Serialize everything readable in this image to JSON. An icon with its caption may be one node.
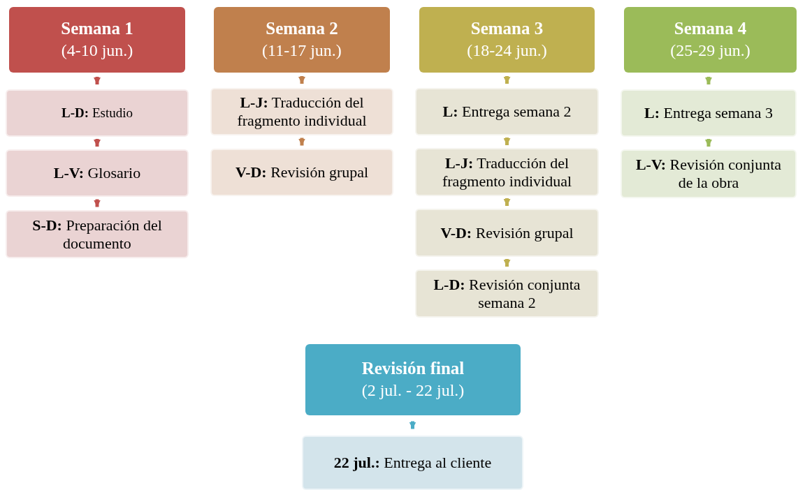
{
  "diagram": {
    "nodes": [
      {
        "text": [
          "Semana 1",
          "(4-10 jun.)"
        ]
      },
      {
        "text": [
          "**L-D:** Estudio"
        ]
      },
      {
        "text": [
          "**L-V:** Glosario"
        ]
      },
      {
        "text": [
          "**S-D:** Preparación del documento"
        ]
      },
      {
        "text": [
          "Semana 2",
          "(11-17 jun.)"
        ]
      },
      {
        "text": [
          "**L-J:** Traducción del fragmento individual"
        ]
      },
      {
        "text": [
          "**V-D:** Revisión grupal"
        ]
      },
      {
        "text": [
          "Semana 3",
          "(18-24 jun.)"
        ]
      },
      {
        "text": [
          "**L:** Entrega semana 2"
        ]
      },
      {
        "text": [
          "**L-J:** Traducción del fragmento individual"
        ]
      },
      {
        "text": [
          "**V-D:** Revisión grupal"
        ]
      },
      {
        "text": [
          "**L-D:** Revisión conjunta semana 2"
        ]
      },
      {
        "text": [
          "Semana 4",
          "(25-29 jun.)"
        ]
      },
      {
        "text": [
          "**L:** Entrega semana 3"
        ]
      },
      {
        "text": [
          "**L-V:** Revisión conjunta de la obra"
        ]
      },
      {
        "text": [
          "Revisión final",
          "(2 jul. - 22 jul.)"
        ]
      },
      {
        "text": [
          "**22 jul.:** Entrega al cliente"
        ]
      }
    ],
    "edges": [
      {
        "from": 0,
        "to": 1,
        "arrow": "to",
        "color": "#c0504d"
      },
      {
        "from": 1,
        "to": 2,
        "arrow": "to",
        "color": "#c0504d"
      },
      {
        "from": 2,
        "to": 3,
        "arrow": "to",
        "color": "#c0504d"
      },
      {
        "from": 4,
        "to": 5,
        "arrow": "to",
        "color": "#c0804d"
      },
      {
        "from": 5,
        "to": 6,
        "arrow": "to",
        "color": "#c0804d"
      },
      {
        "from": 7,
        "to": 8,
        "arrow": "to",
        "color": "#bfb050"
      },
      {
        "from": 8,
        "to": 9,
        "arrow": "to",
        "color": "#bfb050"
      },
      {
        "from": 9,
        "to": 10,
        "arrow": "to",
        "color": "#bfb050"
      },
      {
        "from": 10,
        "to": 11,
        "arrow": "to",
        "color": "#bfb050"
      },
      {
        "from": 12,
        "to": 13,
        "arrow": "to",
        "color": "#9bbb59"
      },
      {
        "from": 13,
        "to": 14,
        "arrow": "to",
        "color": "#9bbb59"
      },
      {
        "from": 15,
        "to": 16,
        "arrow": "to",
        "color": "#4bacc6"
      }
    ]
  }
}
